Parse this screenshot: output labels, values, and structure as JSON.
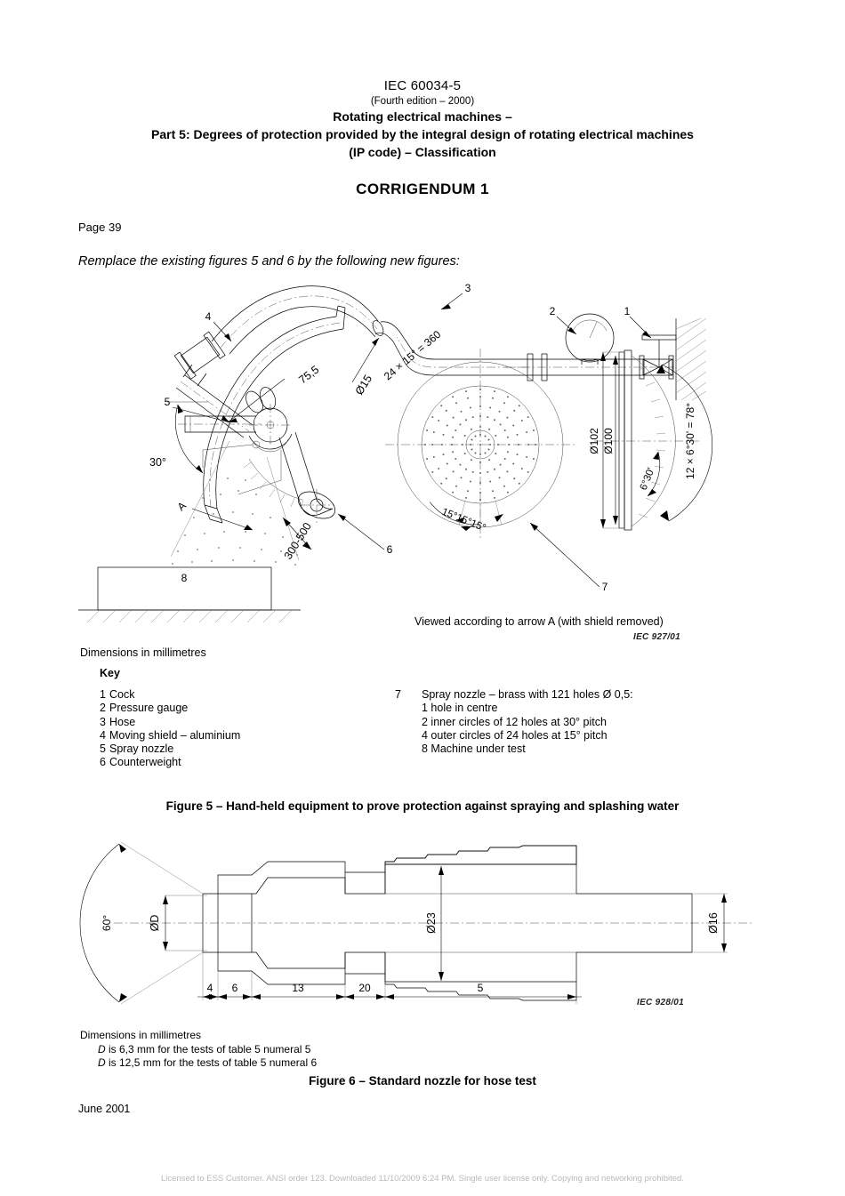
{
  "header": {
    "standard": "IEC 60034-5",
    "edition": "(Fourth edition – 2000)",
    "title_line1": "Rotating electrical machines –",
    "title_line2": "Part 5: Degrees of protection provided by the integral design of rotating electrical machines",
    "title_line3": "(IP code) – Classification",
    "corrigendum": "CORRIGENDUM 1"
  },
  "body": {
    "page_ref": "Page 39",
    "instruction": "Remplace the existing figures 5 and 6 by the following new figures:"
  },
  "figure5": {
    "dimensions_note": "Dimensions in millimetres",
    "key_title": "Key",
    "key_left": [
      {
        "num": "1",
        "label": "Cock"
      },
      {
        "num": "2",
        "label": "Pressure gauge"
      },
      {
        "num": "3",
        "label": "Hose"
      },
      {
        "num": "4",
        "label": "Moving shield – aluminium"
      },
      {
        "num": "5",
        "label": "Spray nozzle"
      },
      {
        "num": "6",
        "label": "Counterweight"
      }
    ],
    "key_right": {
      "num": "7",
      "label": "Spray nozzle – brass with 121 holes Ø 0,5:",
      "sub_items": [
        "1 hole in centre",
        "2 inner circles of 12 holes at 30° pitch",
        "4 outer circles of 24 holes at 15° pitch",
        "8 Machine under test"
      ]
    },
    "view_caption": "Viewed according to arrow A (with shield removed)",
    "iec_ref": "IEC   927/01",
    "caption": "Figure 5 – Hand-held equipment to prove protection against spraying and splashing water",
    "callouts": {
      "c1": "1",
      "c2": "2",
      "c3": "3",
      "c4": "4",
      "c5": "5",
      "c6": "6",
      "c7": "7",
      "c8": "8",
      "arrow_a": "A"
    },
    "dimension_labels": {
      "hose_dia": "Ø15",
      "shield_radius": "75,5",
      "shield_angle": "30°",
      "distance": "300-500",
      "outer_ring": "24 × 15° = 360",
      "pitch_15": "15°15°15°",
      "dia_102": "Ø102",
      "dia_100": "Ø100",
      "pitch_630": "6°30'",
      "side_angle": "12 × 6°30' = 78°"
    }
  },
  "figure6": {
    "iec_ref": "IEC   928/01",
    "dimensions_note": "Dimensions in millimetres",
    "d_note1_pre": "D",
    "d_note1": " is 6,3 mm for the tests of table 5 numeral 5",
    "d_note2_pre": "D",
    "d_note2": " is 12,5 mm for the tests of table 5 numeral 6",
    "caption": "Figure 6 – Standard nozzle for hose test",
    "dimension_labels": {
      "cone_angle": "60°",
      "dia_D": "ØD",
      "dia_23": "Ø23",
      "dia_16": "Ø16",
      "len_4": "4",
      "len_6": "6",
      "len_13": "13",
      "len_20": "20",
      "len_5": "5"
    }
  },
  "footer": {
    "date": "June 2001",
    "license": "Licensed to ESS Customer. ANSI order 123. Downloaded 11/10/2009 6:24 PM. Single user license only. Copying and networking prohibited."
  }
}
